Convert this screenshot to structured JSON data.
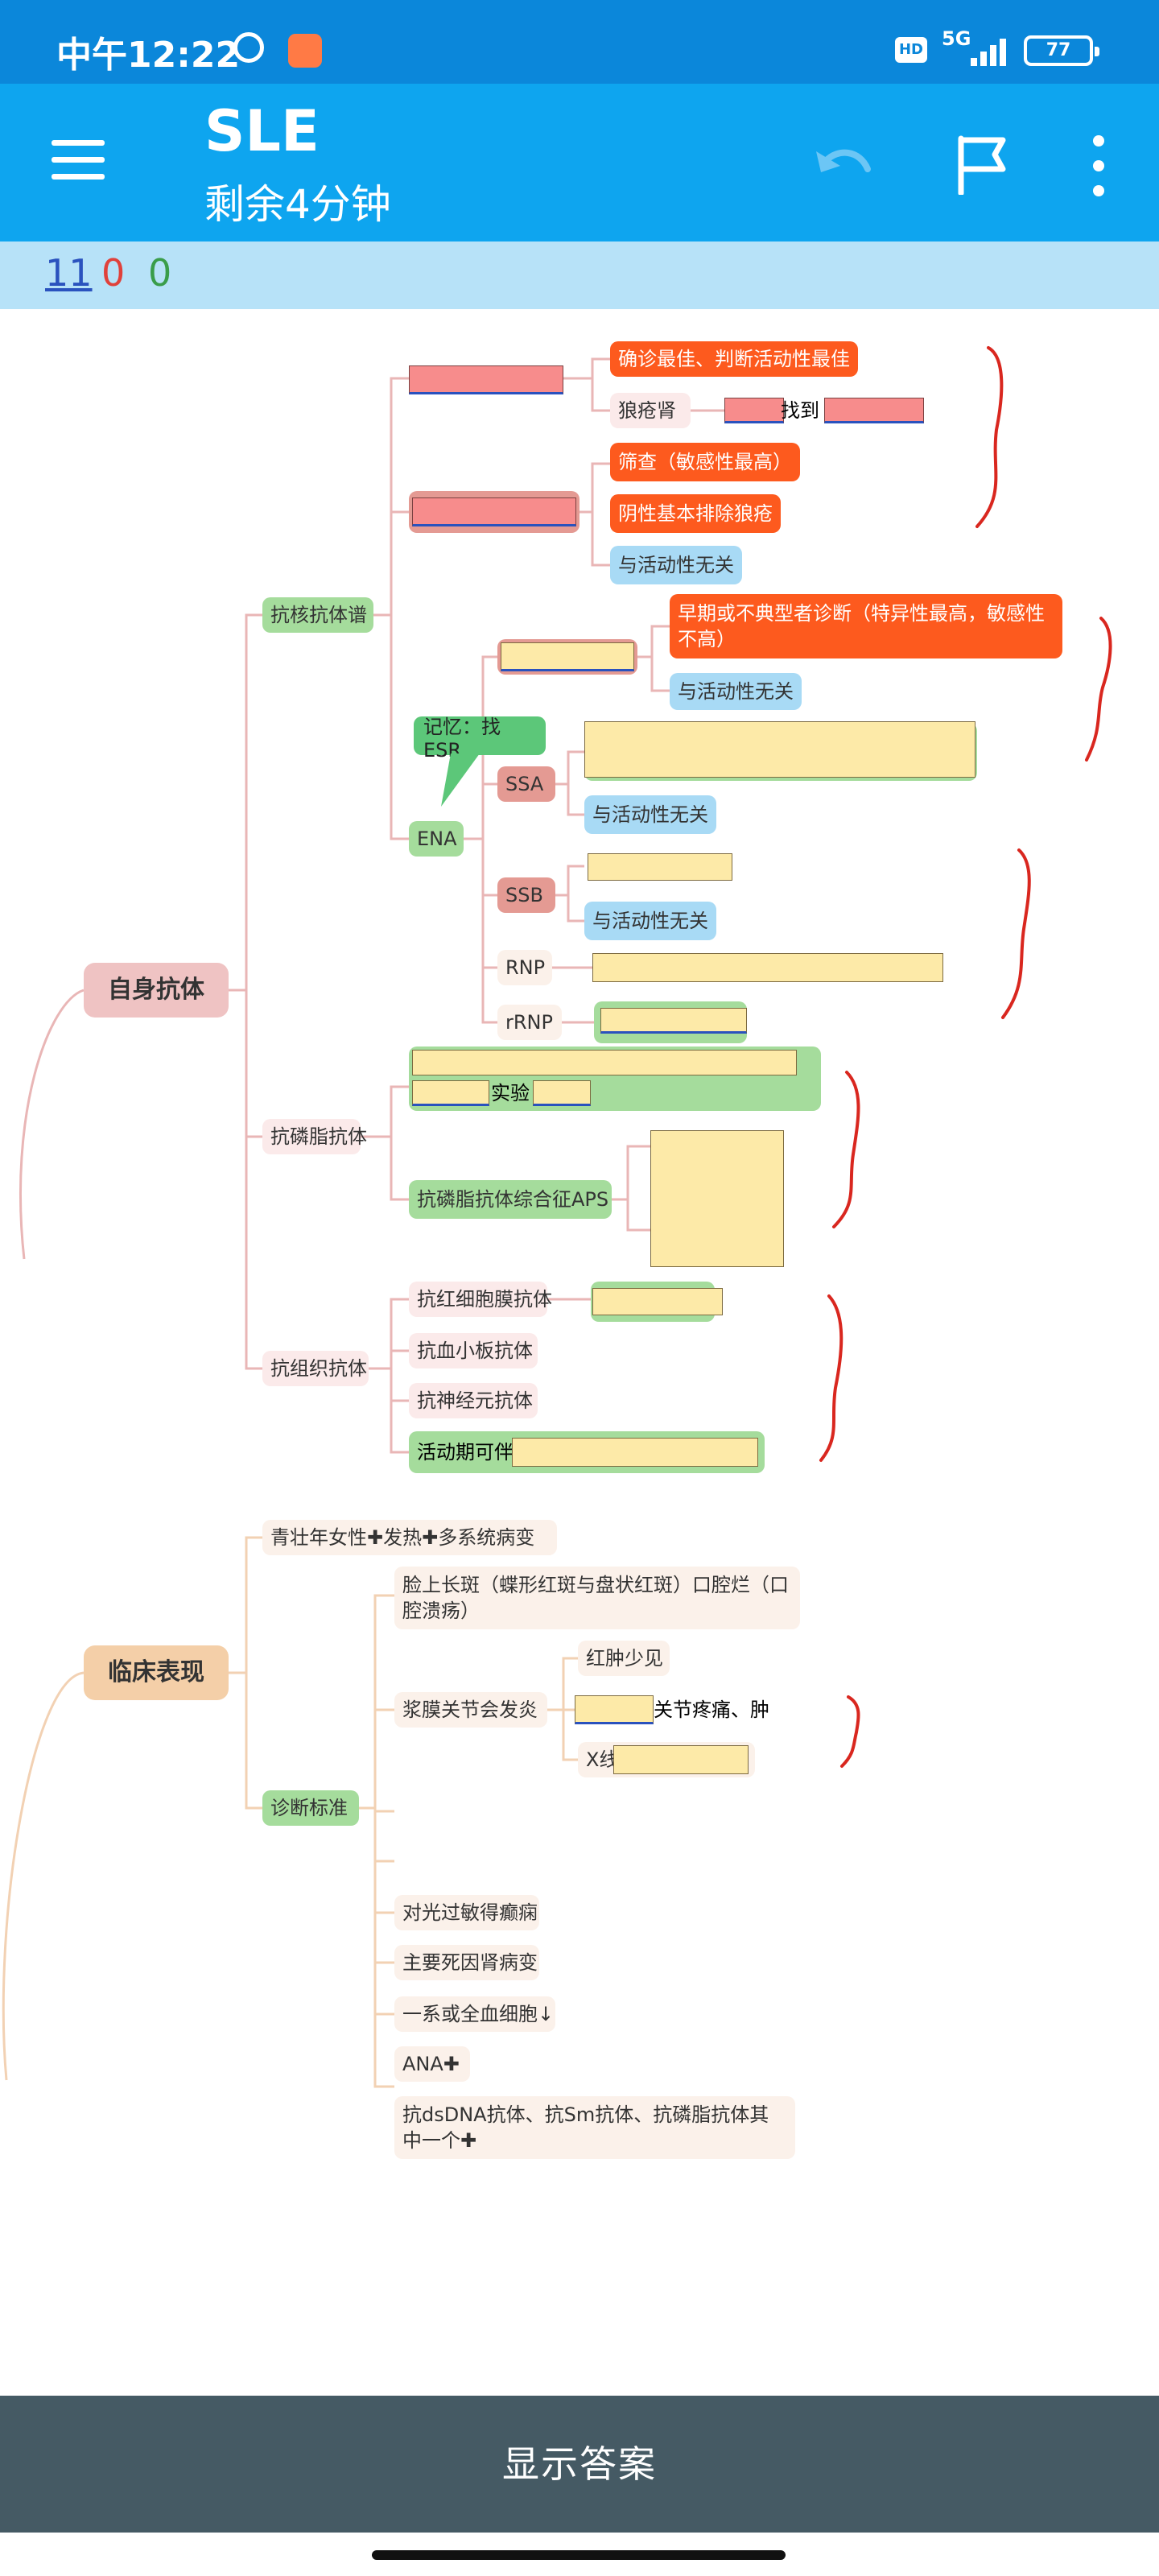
{
  "status": {
    "time": "中午12:22",
    "hd": "HD",
    "network": "5G",
    "battery": "77"
  },
  "appbar": {
    "title": "SLE",
    "subtitle": "剩余4分钟"
  },
  "counts": {
    "a": "11",
    "b": "0",
    "c": "0"
  },
  "map": {
    "root1": "自身抗体",
    "ana_spectrum": "抗核抗体谱",
    "ds_1": "确诊最佳、判断活动性最佳",
    "ds_2": "狼疮肾",
    "ds_2_find": "找到",
    "ana_1": "筛查（敏感性最高）",
    "ana_2": "阴性基本排除狼疮",
    "ana_3": "与活动性无关",
    "sm_1": "早期或不典型者诊断（特异性最高，敏感性不高）",
    "sm_2": "与活动性无关",
    "callout": "记忆：找ESR",
    "ena": "ENA",
    "ssa": "SSA",
    "ssa_1": "与活动性无关",
    "ssb": "SSB",
    "ssb_1": "与活动性无关",
    "rnp": "RNP",
    "rrnp": "rRNP",
    "apl": "抗磷脂抗体",
    "apl_test": "实验",
    "aps": "抗磷脂抗体综合征APS",
    "tissue": "抗组织抗体",
    "t1": "抗红细胞膜抗体",
    "t2": "抗血小板抗体",
    "t3": "抗神经元抗体",
    "t4": "活动期可伴",
    "root2": "临床表现",
    "c1": "青壮年女性✚发热✚多系统病变",
    "dx": "诊断标准",
    "d1": "脸上长斑（蝶形红斑与盘状红斑）口腔烂（口腔溃疡）",
    "d2": "浆膜关节会发炎",
    "d2_1": "红肿少见",
    "d2_2": "关节疼痛、肿",
    "d2_3": "X线",
    "d3": "对光过敏得癫痫",
    "d4": "主要死因肾病变",
    "d5": "一系或全血细胞↓",
    "d6": "ANA✚",
    "d7": "抗dsDNA抗体、抗Sm抗体、抗磷脂抗体其中一个✚"
  },
  "answer_button": "显示答案"
}
